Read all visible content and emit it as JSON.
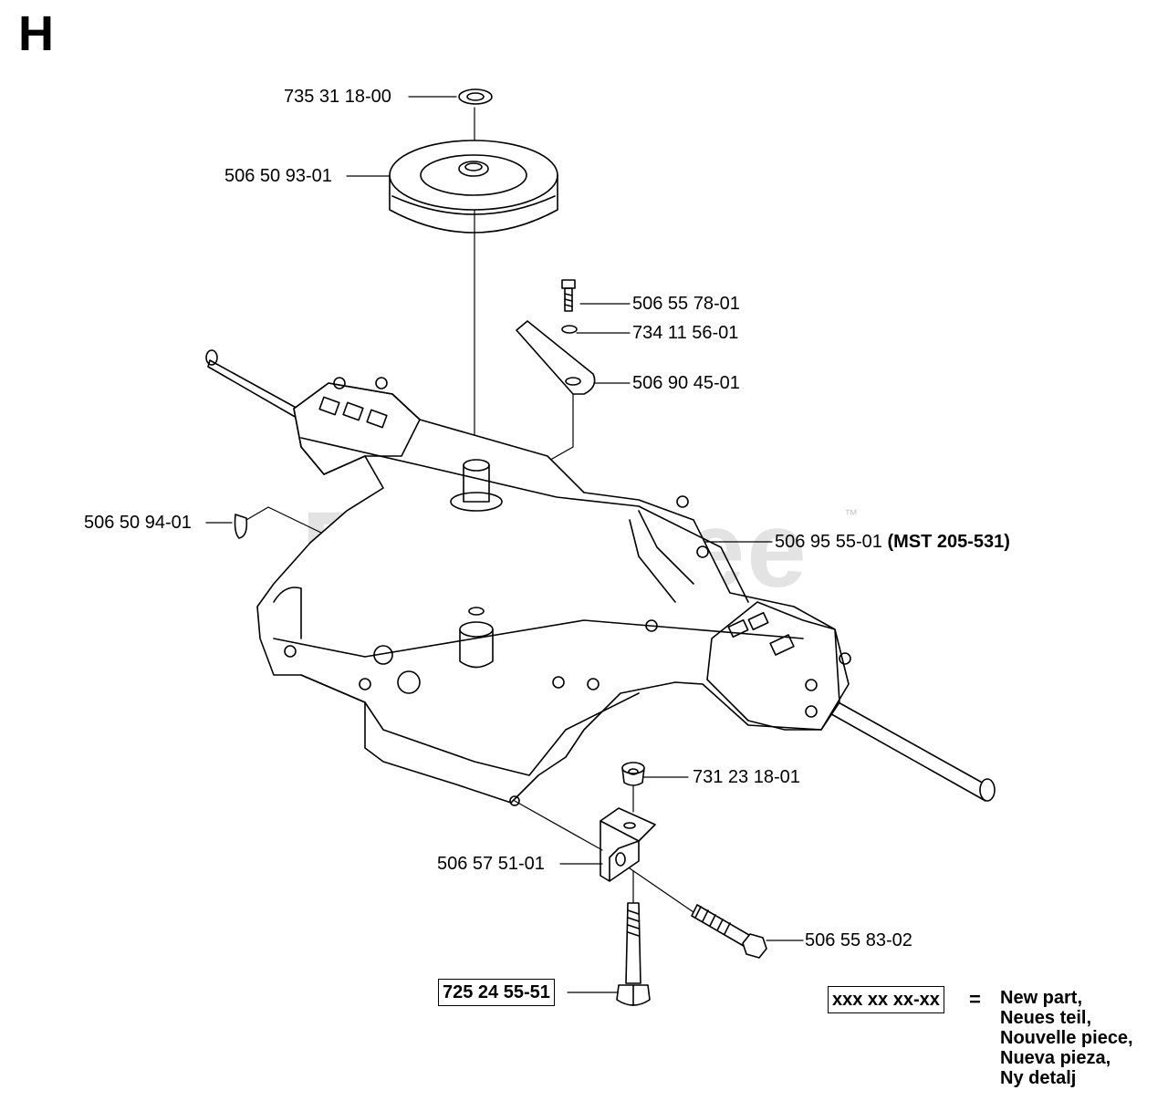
{
  "section_letter": "H",
  "watermark": "PartsTree",
  "watermark_tm": "™",
  "parts": {
    "p_735311800": "735 31 18-00",
    "p_506509301": "506 50 93-01",
    "p_506557801": "506 55 78-01",
    "p_734115601": "734 11 56-01",
    "p_506904501": "506 90 45-01",
    "p_506509401": "506 50 94-01",
    "p_506955501": "506 95 55-01",
    "p_506955501_note": "(MST 205-531)",
    "p_731231801": "731 23 18-01",
    "p_506575101": "506 57 51-01",
    "p_506558302": "506 55 83-02",
    "p_725245551": "725 24 55-51"
  },
  "legend": {
    "pattern": "xxx xx xx-xx",
    "equals": "=",
    "lines": [
      "New part,",
      "Neues teil,",
      "Nouvelle piece,",
      "Nueva pieza,",
      "Ny detalj"
    ]
  }
}
